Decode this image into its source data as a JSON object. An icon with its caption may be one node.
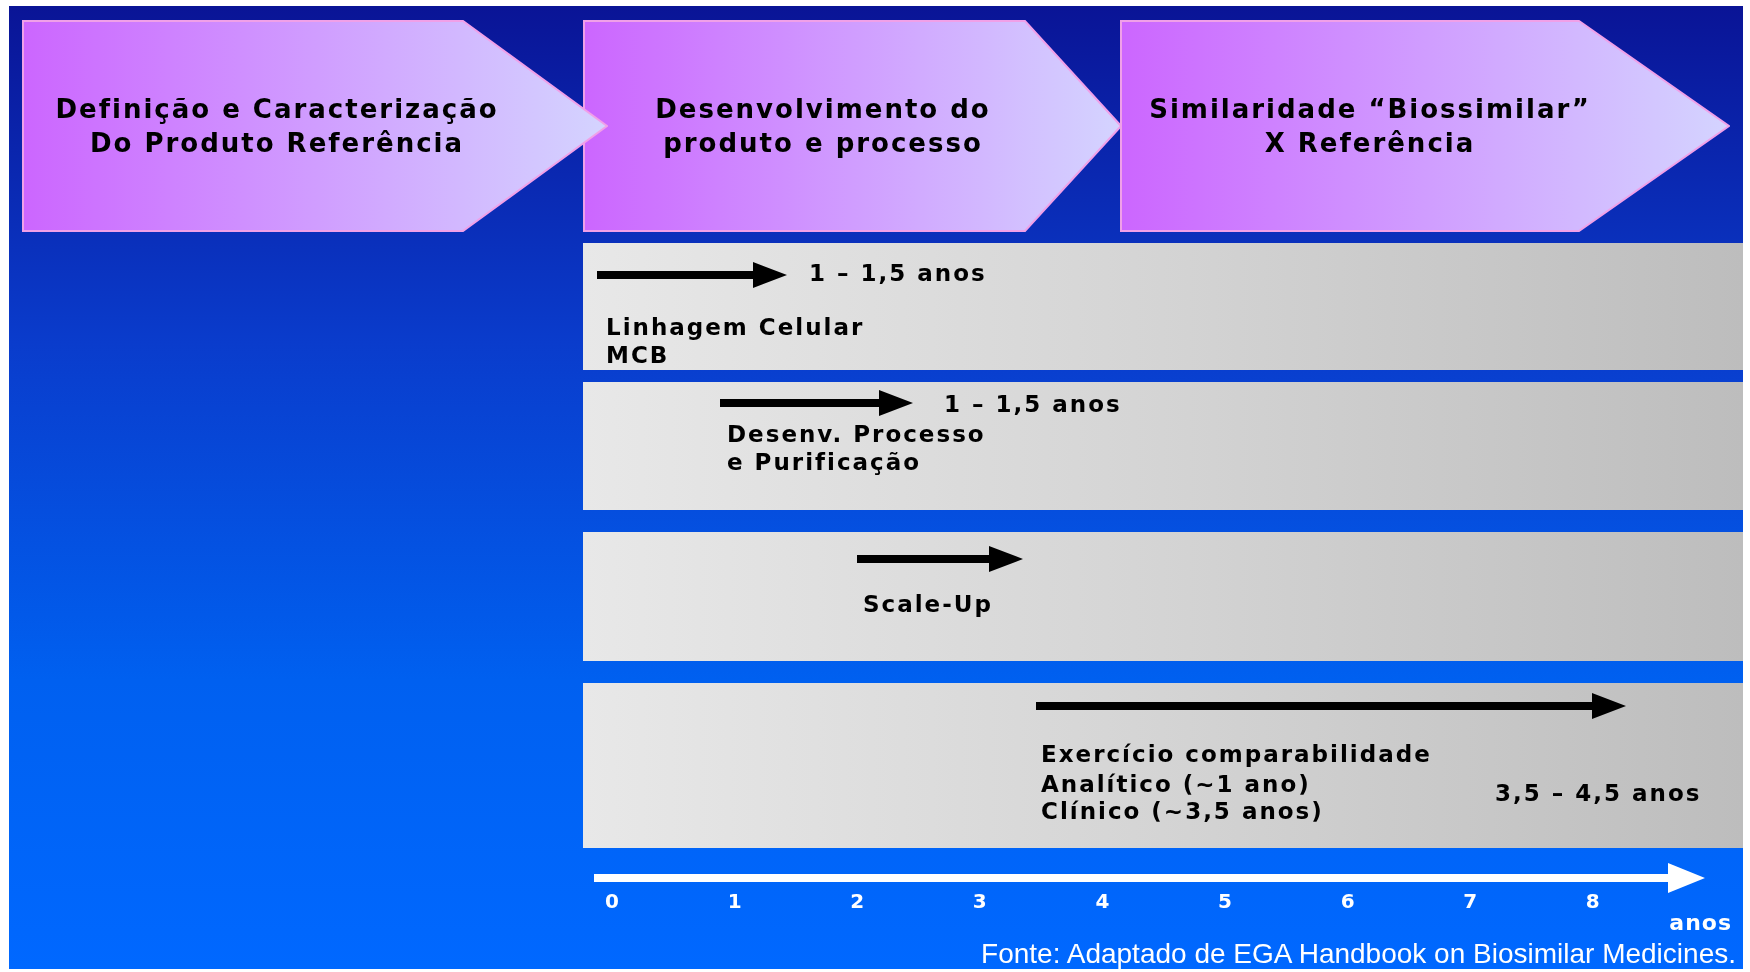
{
  "diagram": {
    "nodes": [
      {
        "text": [
          "Definição e Caracterização Do Produto Referência"
        ]
      },
      {
        "text": [
          "Desenvolvimento do produto e processo"
        ]
      },
      {
        "text": [
          "Similaridade “Biossimilar” X Referência"
        ]
      },
      {
        "text": [
          "1 – 1,5 anos",
          "Linhagem Celular",
          "MCB"
        ]
      },
      {
        "text": [
          "1 – 1,5 anos",
          "Desenv. Processo e Purificação"
        ]
      },
      {
        "text": [
          "Scale-Up"
        ]
      },
      {
        "text": [
          "Exercício comparabilidade",
          "Analítico (~1 ano)",
          "Clínico (~3,5 anos)",
          "3,5 – 4,5 anos"
        ]
      }
    ],
    "labels": [
      "0",
      "1",
      "2",
      "3",
      "4",
      "5",
      "6",
      "7",
      "8",
      "anos",
      "Fonte: Adaptado de EGA Handbook on Biosimilar Medicines."
    ]
  }
}
